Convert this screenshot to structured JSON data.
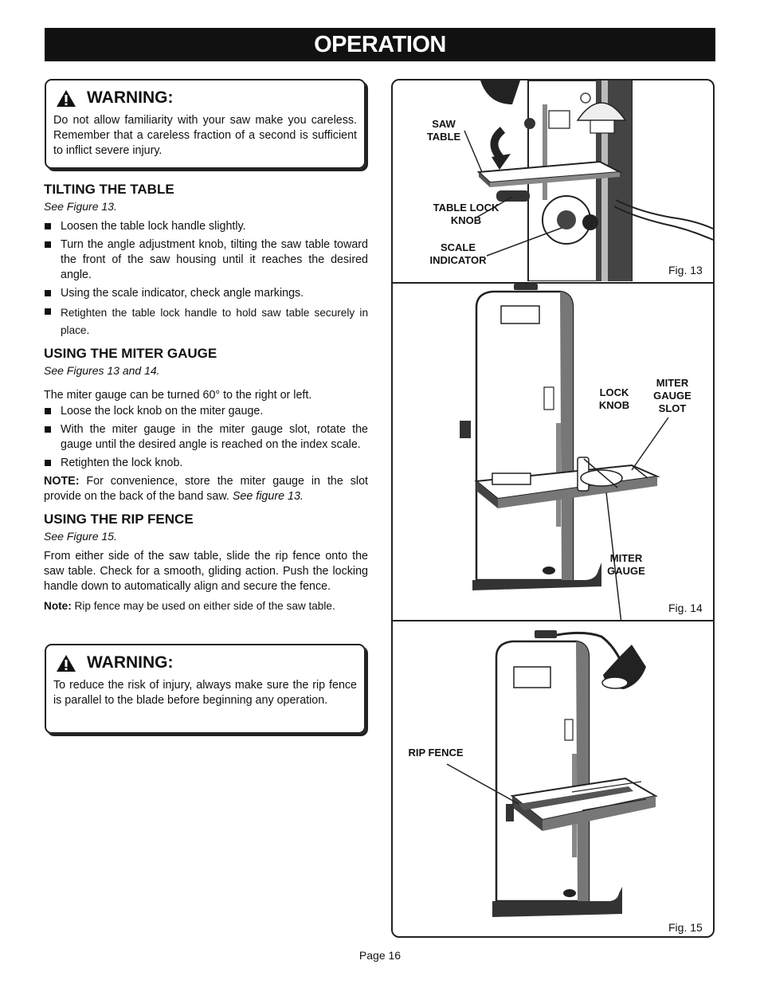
{
  "header": {
    "title": "OPERATION"
  },
  "warning1": {
    "title": "WARNING:",
    "text": "Do not allow familiarity with your saw make you careless. Remember that a careless fraction of a second is sufficient to inflict severe injury."
  },
  "tilting": {
    "heading": "TILTING THE TABLE",
    "see": "See Figure 13.",
    "items": [
      "Loosen the table lock handle slightly.",
      "Turn the angle adjustment knob, tilting the saw table toward the front of the saw housing until it reaches the desired angle.",
      "Using the scale indicator, check angle markings.",
      "Retighten the table lock handle to hold saw table securely in place."
    ]
  },
  "miter": {
    "heading": "USING THE MITER GAUGE",
    "see": "See Figures 13 and 14.",
    "intro": "The miter gauge can be turned 60° to the right or left.",
    "items": [
      "Loose the lock knob on the miter gauge.",
      "With the miter gauge in the miter gauge slot, rotate the gauge until the desired angle is reached on the index scale.",
      "Retighten the lock knob."
    ],
    "note_label": "NOTE:",
    "note_text": " For convenience, store the miter gauge in the slot provide on the back of the band saw. ",
    "note_ref": "See figure 13."
  },
  "rip": {
    "heading": "USING THE RIP FENCE",
    "see": "See Figure 15.",
    "body": "From either side of the saw table, slide the rip fence onto the saw table. Check for a smooth, gliding action. Push the locking handle down to automatically align and secure the fence.",
    "note_label": "Note:",
    "note_text": " Rip fence may be used on either side of the saw table."
  },
  "warning2": {
    "title": "WARNING:",
    "text": "To reduce the risk of injury, always make sure the rip fence is parallel to the blade before beginning any operation."
  },
  "fig13": {
    "label": "Fig. 13",
    "callouts": {
      "saw_table": "SAW TABLE",
      "table_lock_knob": "TABLE LOCK KNOB",
      "scale_indicator": "SCALE INDICATOR"
    }
  },
  "fig14": {
    "label": "Fig. 14",
    "callouts": {
      "lock_knob": "LOCK KNOB",
      "miter_gauge_slot": "MITER GAUGE SLOT",
      "miter_gauge": "MITER GAUGE"
    }
  },
  "fig15": {
    "label": "Fig. 15",
    "callouts": {
      "rip_fence": "RIP FENCE"
    }
  },
  "footer": {
    "page": "Page 16"
  }
}
